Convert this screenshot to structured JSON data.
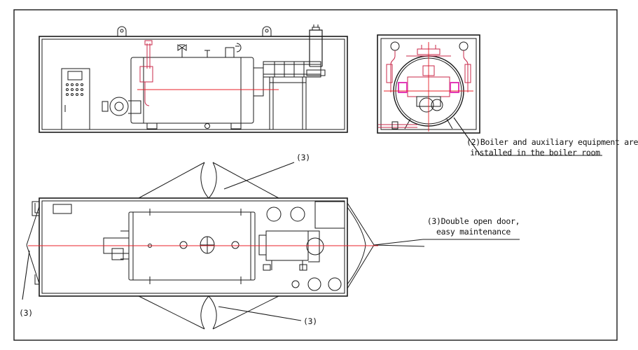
{
  "annotations": {
    "boiler_room": {
      "line1": "(2)Boiler and auxiliary equipment are",
      "line2": "installed in the boiler room"
    },
    "double_door": {
      "line1": "(3)Double open door,",
      "line2": "easy maintenance"
    },
    "door_callouts": [
      "(3)",
      "(3)",
      "(3)"
    ]
  },
  "colors": {
    "line": "#1a1a1a",
    "centerline": "#e8202a",
    "accent": "#c8284a",
    "highlight": "#e23ab8"
  }
}
